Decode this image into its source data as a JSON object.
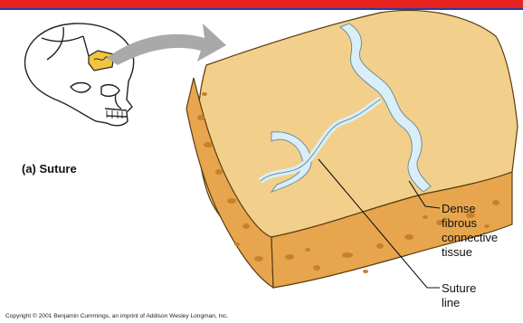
{
  "figure": {
    "caption": "(a) Suture",
    "labels": {
      "dense_line1": "Dense",
      "dense_line2": "fibrous",
      "dense_line3": "connective",
      "dense_line4": "tissue",
      "suture_line1": "Suture",
      "suture_line2": "line"
    },
    "copyright": "Copyright © 2001 Benjamin Cummings, an imprint of Addison Wesley Longman, Inc."
  },
  "colors": {
    "header_red": "#e8231f",
    "header_blue": "#1e3fa8",
    "bone_surface": "#f2cf8a",
    "bone_cut": "#e7a64d",
    "spongy_holes": "#c97f2c",
    "suture_tissue": "#d9eef6",
    "arrow_gray": "#a9a9a9"
  },
  "icons": [
    "skull-icon",
    "curved-arrow-icon"
  ]
}
